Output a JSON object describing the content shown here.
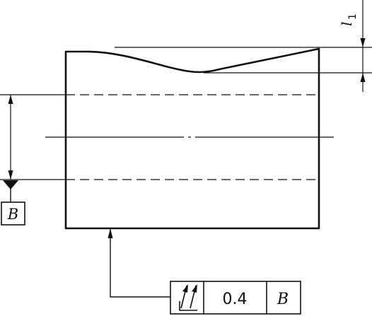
{
  "dimension": {
    "symbol": "l",
    "subscript": "1"
  },
  "datum": {
    "letter": "B"
  },
  "feature_control_frame": {
    "characteristic_icon": "total-runout-icon",
    "tolerance": "0.4",
    "datum_reference": "B"
  }
}
